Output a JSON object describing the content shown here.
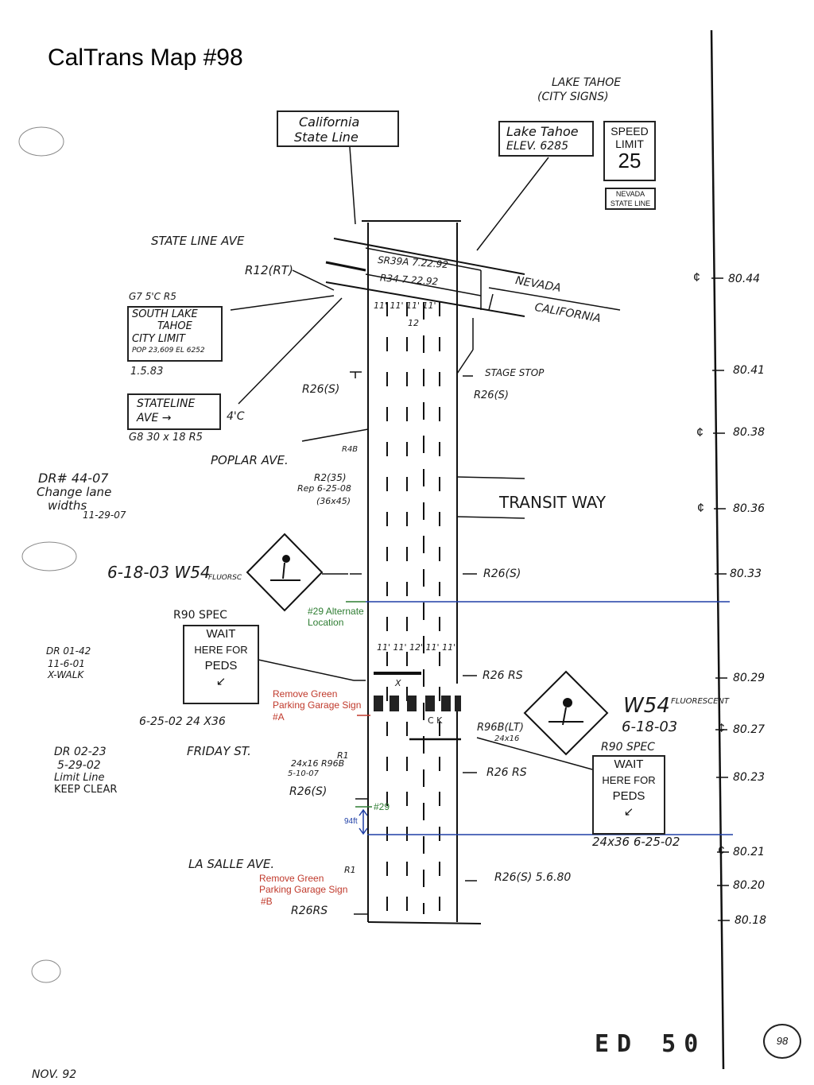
{
  "title": "CalTrans Map #98",
  "header_note": {
    "line1": "LAKE TAHOE",
    "line2": "(CITY SIGNS)"
  },
  "signs": {
    "california_state_line": {
      "line1": "California",
      "line2": "State Line"
    },
    "lake_tahoe_elev": {
      "line1": "Lake Tahoe",
      "line2": "ELEV. 6285"
    },
    "speed_limit": {
      "line1": "SPEED",
      "line2": "LIMIT",
      "value": "25"
    },
    "nevada_state_line": {
      "line1": "NEVADA",
      "line2": "STATE LINE"
    },
    "south_lake_tahoe": {
      "header": "G7 5'C      R5",
      "line1": "SOUTH LAKE",
      "line2": "TAHOE",
      "line3": "CITY LIMIT",
      "line4": "POP 23,609 EL 6252",
      "footer": "1.5.83"
    },
    "stateline_ave": {
      "line1": "STATELINE",
      "line2": "AVE  →",
      "side": "4'C",
      "footer": "G8  30 x 18  R5"
    },
    "wait_peds_left": {
      "header": "R90 SPEC",
      "line1": "WAIT",
      "line2": "HERE FOR",
      "line3": "PEDS",
      "arrow": "↙",
      "footer": "6-25-02   24 X36"
    },
    "wait_peds_right": {
      "header": "R90 SPEC",
      "line1": "WAIT",
      "line2": "HERE FOR",
      "line3": "PEDS",
      "arrow": "↙",
      "footer": "24x36  6-25-02"
    }
  },
  "streets": {
    "state_line_ave": "STATE LINE AVE",
    "poplar_ave": "POPLAR AVE.",
    "transit_way": "TRANSIT WAY",
    "friday_st": "FRIDAY ST.",
    "la_salle_ave": "LA SALLE AVE.",
    "nevada": "NEVADA",
    "california": "CALIFORNIA"
  },
  "labels": {
    "r12rt": "R12(RT)",
    "sr39a": "SR39A  7.22.92",
    "r34": "R34  7.22.92",
    "lanes_top": "11' 11'    11'  11'",
    "lane12": "12",
    "stage_stop": "STAGE STOP",
    "r26s_right1": "R26(S)",
    "r26s_left1": "R26(S)",
    "r4b": "R4B",
    "r2_35": "R2(35)",
    "rep": "Rep 6-25-08",
    "rep2": "(36x45)",
    "r26s_right2": "R26(S)",
    "w54_left": "6-18-03 W54",
    "w54_left_sub": "FLUORSC",
    "lanes_mid": "11' 11' 12'    11' 11'",
    "r26rs_right": "R26 RS",
    "xing": "X",
    "ck": "C K",
    "r96b_lt": "R96B(LT)",
    "r96b_size": "24x16",
    "w54_right": "W54",
    "w54_right_sub": "FLUORESCENT",
    "w54_right_date": "6-18-03",
    "r1_r96b": "R1",
    "r96b_left": "24x16 R96B",
    "r96b_left_date": "5-10-07",
    "r26s_left2": "R26(S)",
    "r26rs_right2": "R26 RS",
    "r1_bottom": "R1",
    "r26s_bottom": "R26(S) 5.6.80",
    "r26rs_bottom": "R26RS"
  },
  "notes": {
    "dr4407": {
      "line1": "DR# 44-07",
      "line2": "Change lane",
      "line3": "widths",
      "line4": "11-29-07"
    },
    "dr0142": {
      "line1": "DR 01-42",
      "line2": "11-6-01",
      "line3": "X-WALK"
    },
    "dr0223": {
      "line1": "DR 02-23",
      "line2": "5-29-02",
      "line3": "Limit Line",
      "line4": "KEEP CLEAR"
    }
  },
  "annotations": {
    "alternate": {
      "line1": "#29 Alternate",
      "line2": "Location"
    },
    "remove_a": {
      "line1": "Remove Green",
      "line2": "Parking Garage Sign",
      "line3": "#A"
    },
    "remove_b": {
      "line1": "Remove Green",
      "line2": "Parking Garage Sign",
      "line3": "#B"
    },
    "n29": "#29",
    "dist94": "94ft"
  },
  "postmiles": [
    "80.44",
    "80.41",
    "80.38",
    "80.36",
    "80.33",
    "80.29",
    "80.27",
    "80.23",
    "80.21",
    "80.20",
    "80.18"
  ],
  "centerline_symbol": "¢",
  "footer": {
    "ed": "ED 50",
    "page": "98",
    "date": "NOV. 92"
  },
  "colors": {
    "blue_line": "#1f3fa6",
    "annotation_red": "#c0392b",
    "annotation_green": "#2e7d32",
    "ink": "#1a1a1a"
  }
}
